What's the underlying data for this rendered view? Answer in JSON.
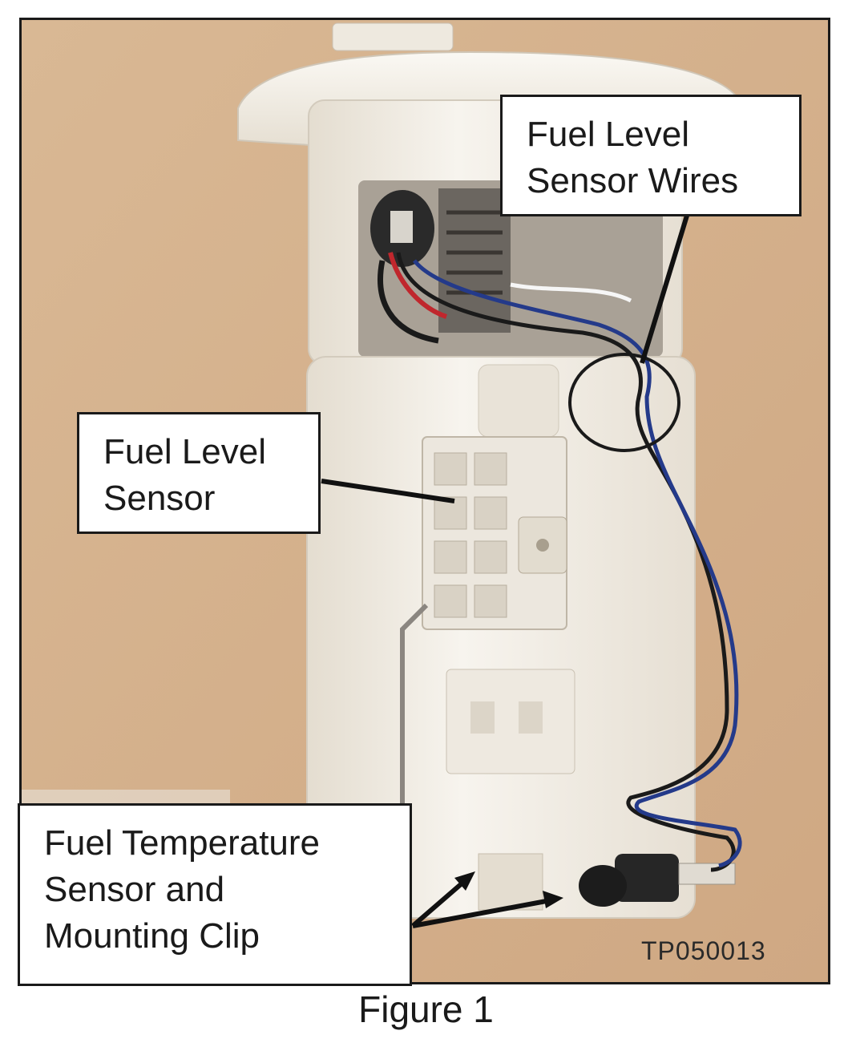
{
  "figure": {
    "caption": "Figure 1",
    "code": "TP050013"
  },
  "callouts": {
    "wires": "Fuel Level\nSensor Wires",
    "sensor": "Fuel Level\nSensor",
    "temp": "Fuel Temperature\nSensor and\nMounting Clip"
  },
  "colors": {
    "background": "#d5b28f",
    "pump_body": "#f2eee6",
    "wire_black": "#1a1a1a",
    "wire_blue": "#243a8a",
    "wire_red": "#c0272d",
    "frame": "#1a1a1a"
  }
}
